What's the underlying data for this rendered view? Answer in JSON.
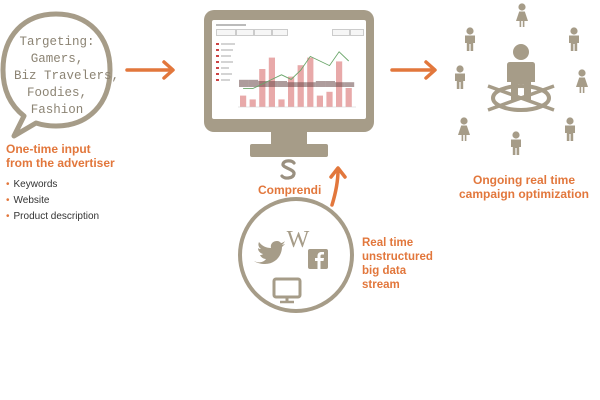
{
  "bubble": {
    "lines": [
      "Targeting:",
      "Gamers,",
      "Biz Travelers,",
      "Foodies,",
      "Fashion"
    ]
  },
  "advertiser_input": {
    "title_line1": "One-time input",
    "title_line2": "from the advertiser",
    "bullets": [
      "Keywords",
      "Website",
      "Product description"
    ]
  },
  "engine": {
    "label": "Comprendi"
  },
  "data_stream": {
    "line1": "Real time",
    "line2": "unstructured",
    "line3": "big data",
    "line4": "stream",
    "icons": [
      "wikipedia-icon",
      "twitter-icon",
      "facebook-icon",
      "tv-icon"
    ]
  },
  "optimization": {
    "line1": "Ongoing real time",
    "line2": "campaign optimization"
  },
  "colors": {
    "accent_orange": "#e2773c",
    "taupe": "#a69c88",
    "chart_pink": "#e8a9a9",
    "chart_dark": "#6b4b4b",
    "chart_green": "#6aa66a"
  },
  "chart_data": {
    "type": "bar",
    "values": [
      3,
      2,
      10,
      13,
      2,
      8,
      11,
      13,
      3,
      4,
      12,
      5
    ],
    "overlay": [
      6,
      6,
      5,
      5,
      5,
      4,
      4,
      4,
      5,
      5,
      4,
      4
    ],
    "line": [
      4,
      4,
      5,
      6,
      7,
      6,
      8,
      11,
      10,
      9,
      12,
      10
    ]
  }
}
